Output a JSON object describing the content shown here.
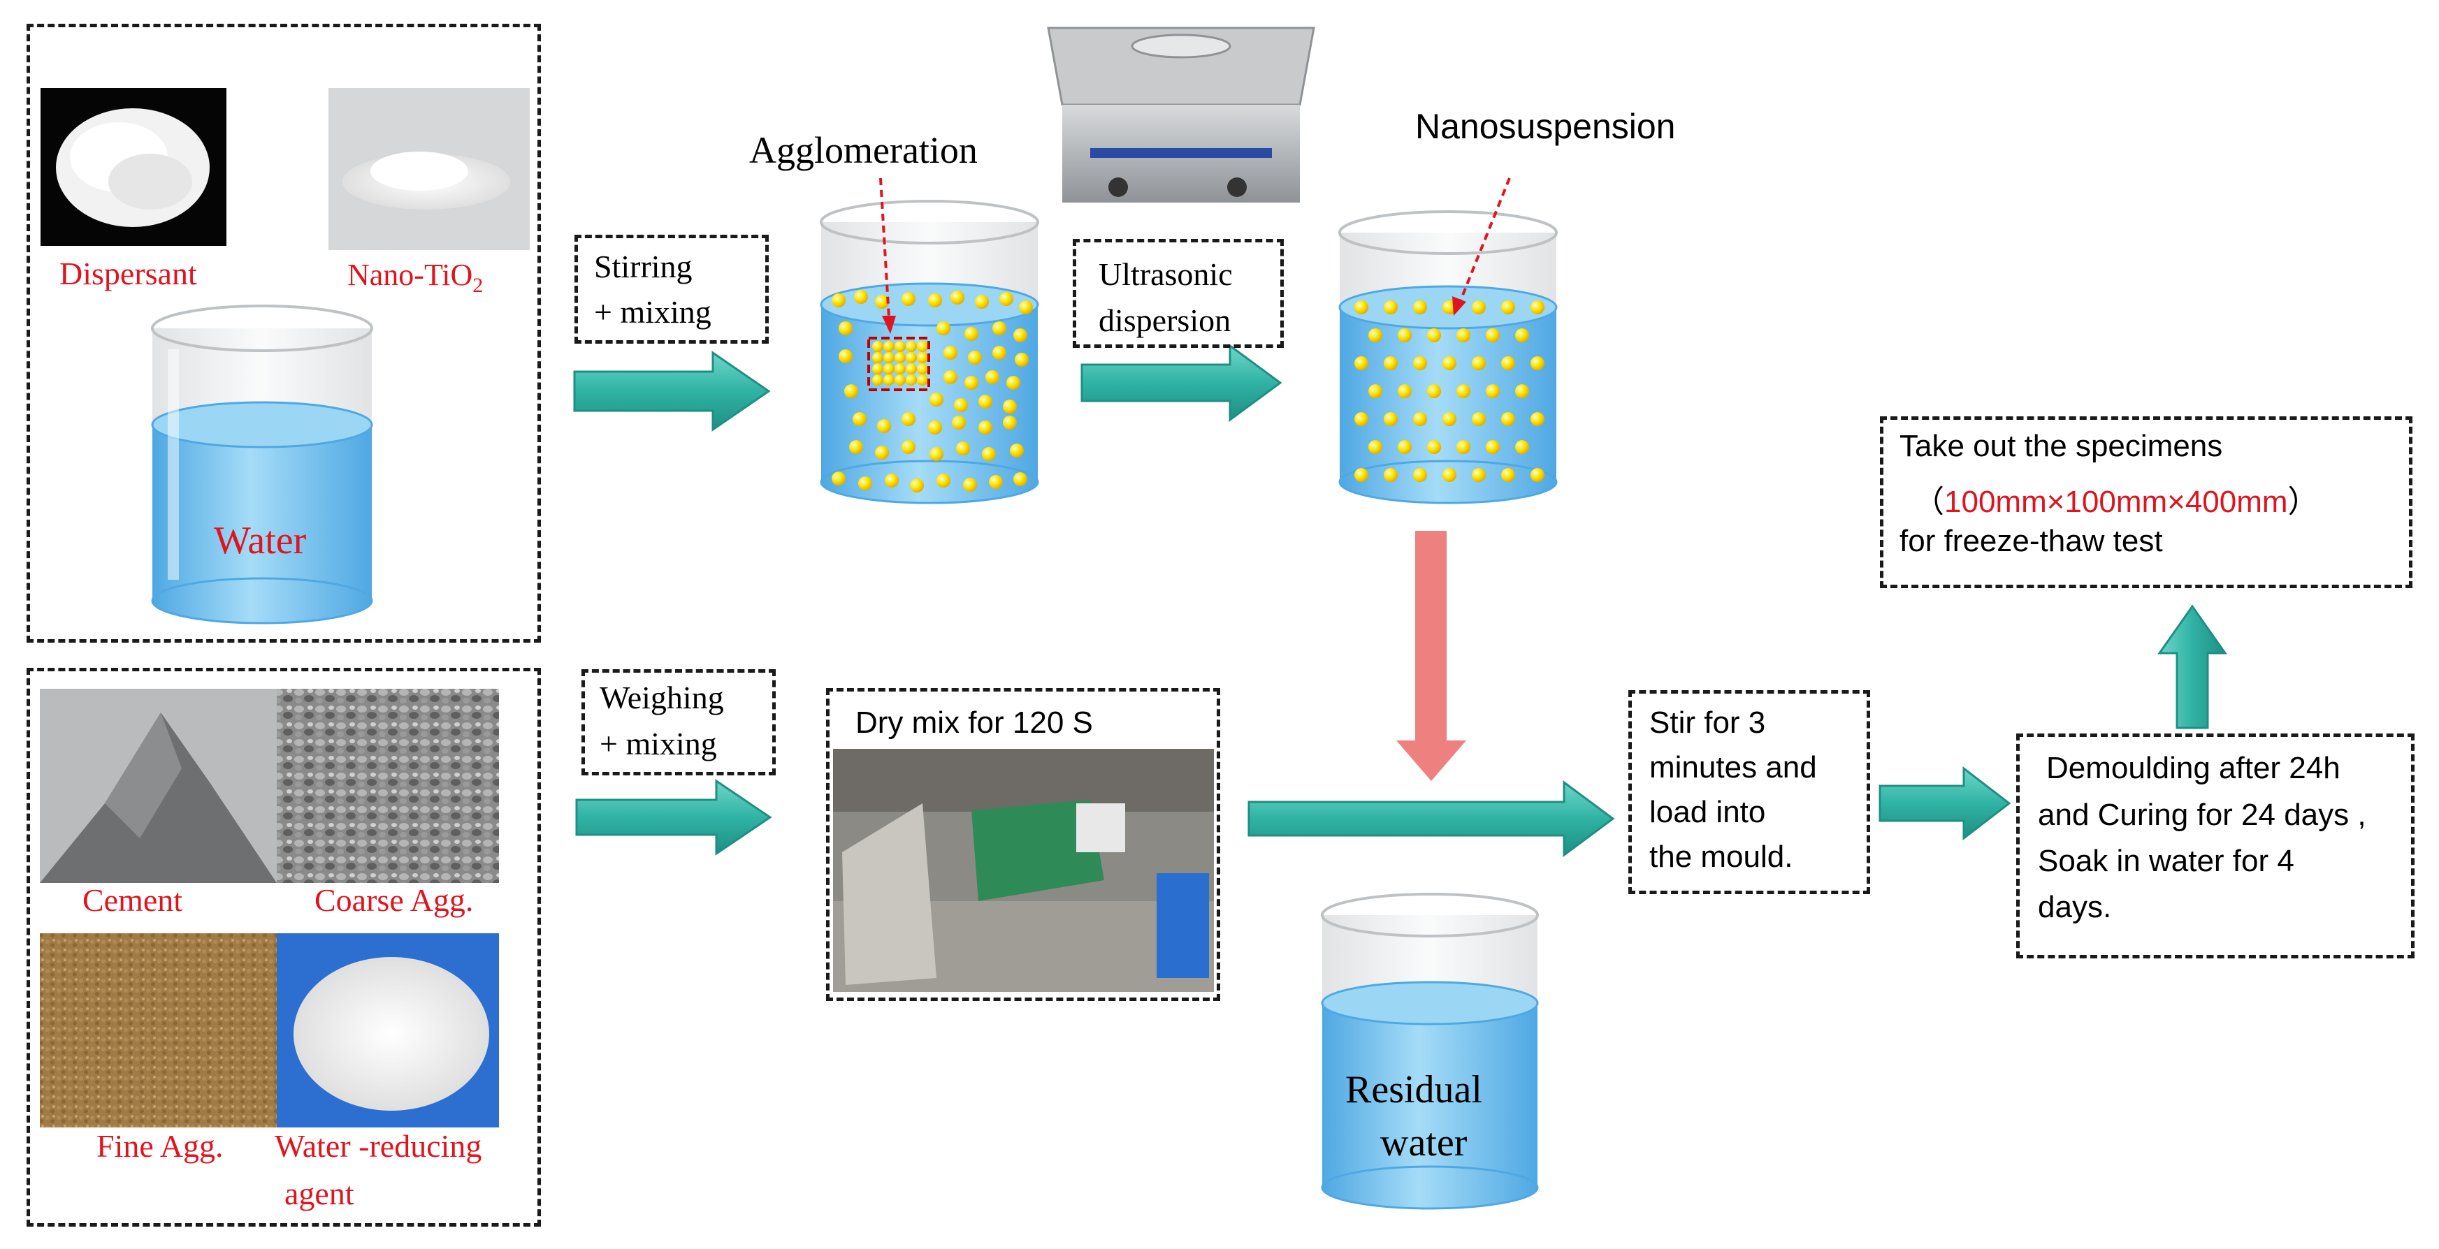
{
  "materials_top": {
    "dispersant": "Dispersant",
    "nano_tio2_prefix": "Nano-TiO",
    "nano_tio2_sub": "2",
    "water": "Water"
  },
  "materials_bottom": {
    "cement": "Cement",
    "coarse": "Coarse Agg.",
    "fine": "Fine Agg.",
    "reducer_line1": "Water -reducing",
    "reducer_line2": "agent"
  },
  "steps": {
    "stirring_line1": "Stirring",
    "stirring_line2": "+ mixing",
    "ultrasonic_line1": "Ultrasonic",
    "ultrasonic_line2": "dispersion",
    "weighing_line1": "Weighing",
    "weighing_line2": "+ mixing",
    "drymix": "Dry mix for 120 S",
    "stir_line1": "Stir for 3",
    "stir_line2": "minutes and",
    "stir_line3": "load into",
    "stir_line4": "the mould.",
    "demould_line1": "Demoulding after 24h",
    "demould_line2": "and Curing for 24 days ,",
    "demould_line3": "Soak in water for 4",
    "demould_line4": "days.",
    "takeout_line1": "Take out the specimens",
    "takeout_open": "（",
    "takeout_dims": "100mm×100mm×400mm",
    "takeout_close": "）",
    "takeout_line3": "for freeze-thaw test"
  },
  "annotations": {
    "agglomeration": "Agglomeration",
    "nanosuspension": "Nanosuspension",
    "residual_line1": "Residual",
    "residual_line2": "water"
  },
  "colors": {
    "label_red": "#e0141e",
    "arrow_teal": "#2fb3a4",
    "arrow_pink": "#ee8080",
    "water_blue": "#6fc3ee",
    "particle_yellow": "#ffe600"
  }
}
